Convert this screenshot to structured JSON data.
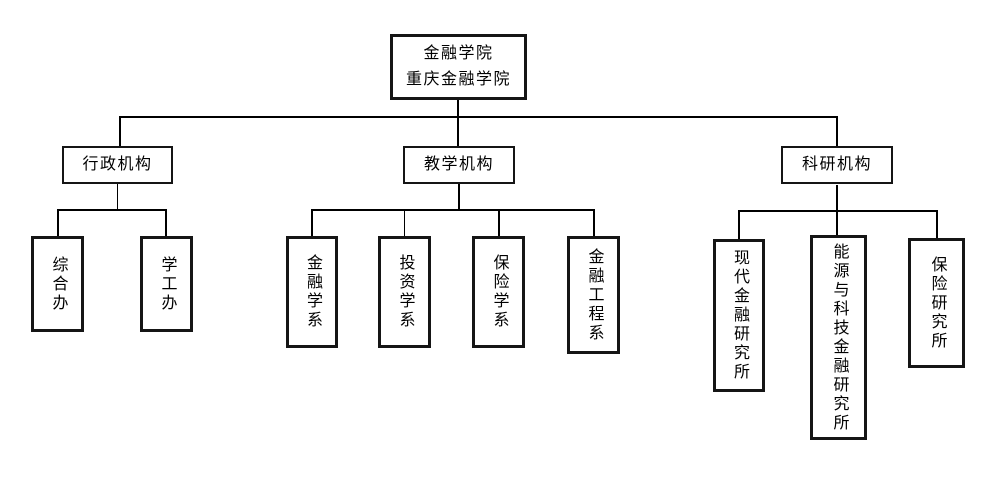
{
  "chart": {
    "type": "org-chart",
    "root": {
      "line1": "金融学院",
      "line2": "重庆金融学院"
    },
    "branches": [
      {
        "label": "行政机构",
        "children": [
          "综合办",
          "学工办"
        ]
      },
      {
        "label": "教学机构",
        "children": [
          "金融学系",
          "投资学系",
          "保险学系",
          "金融工程系"
        ]
      },
      {
        "label": "科研机构",
        "children": [
          "现代金融研究所",
          "能源与科技金融研究所",
          "保险研究所"
        ]
      }
    ],
    "colors": {
      "line": "#000000",
      "box_border": "#151515",
      "background": "#ffffff",
      "text": "#000000"
    }
  }
}
